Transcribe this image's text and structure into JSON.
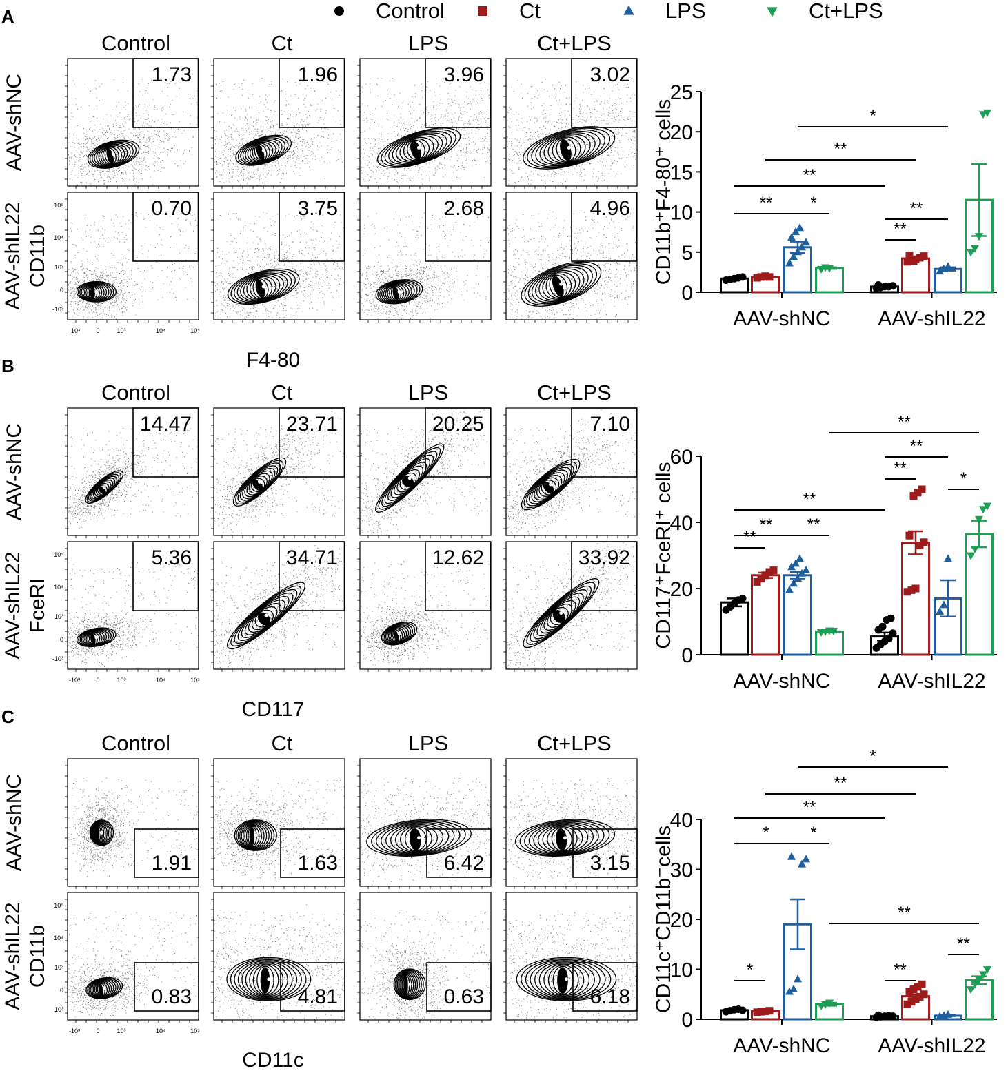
{
  "colors": {
    "control": "#000000",
    "ct": "#9e1b1b",
    "lps": "#1f5f9e",
    "ctlps": "#1e9e55"
  },
  "legend": [
    {
      "label": "Control",
      "marker": "circle",
      "color": "#000000"
    },
    {
      "label": "Ct",
      "marker": "square",
      "color": "#9e1b1b"
    },
    {
      "label": "LPS",
      "marker": "triangle-up",
      "color": "#1f5f9e"
    },
    {
      "label": "Ct+LPS",
      "marker": "triangle-down",
      "color": "#1e9e55"
    }
  ],
  "panels": [
    {
      "letter": "A",
      "column_titles": [
        "Control",
        "Ct",
        "LPS",
        "Ct+LPS"
      ],
      "row_labels": [
        "AAV-shNC",
        "AAV-shIL22"
      ],
      "yaxis_label": "CD11b",
      "xaxis_label": "F4-80",
      "gate_values": [
        [
          "1.73",
          "1.96",
          "3.96",
          "3.02"
        ],
        [
          "0.70",
          "3.75",
          "2.68",
          "4.96"
        ]
      ],
      "gate_position": "upper-right",
      "tick_labels": {
        "y": [
          "10⁵",
          "10⁴",
          "10³",
          "0",
          "-10³"
        ],
        "x": [
          "-10³",
          "0",
          "10³",
          "10⁴",
          "10⁵"
        ]
      }
    },
    {
      "letter": "B",
      "column_titles": [
        "Control",
        "Ct",
        "LPS",
        "Ct+LPS"
      ],
      "row_labels": [
        "AAV-shNC",
        "AAV-shIL22"
      ],
      "yaxis_label": "FceRI",
      "xaxis_label": "CD117",
      "gate_values": [
        [
          "14.47",
          "23.71",
          "20.25",
          "7.10"
        ],
        [
          "5.36",
          "34.71",
          "12.62",
          "33.92"
        ]
      ],
      "gate_position": "upper-right",
      "tick_labels": {
        "y": [
          "10⁵",
          "10⁴",
          "10³",
          "0",
          "-10³"
        ],
        "x": [
          "-10³",
          "0",
          "10³",
          "10⁴",
          "10⁵"
        ]
      }
    },
    {
      "letter": "C",
      "column_titles": [
        "Control",
        "Ct",
        "LPS",
        "Ct+LPS"
      ],
      "row_labels": [
        "AAV-shNC",
        "AAV-shIL22"
      ],
      "yaxis_label": "CD11b",
      "xaxis_label": "CD11c",
      "gate_values": [
        [
          "1.91",
          "1.63",
          "6.42",
          "3.15"
        ],
        [
          "0.83",
          "4.81",
          "0.63",
          "6.18"
        ]
      ],
      "gate_position": "lower-right",
      "tick_labels": {
        "y": [
          "10⁵",
          "10⁴",
          "10³",
          "0",
          "-10³"
        ],
        "x": [
          "-10³",
          "0",
          "10³",
          "10⁴",
          "10⁵"
        ]
      }
    }
  ],
  "chart_data": [
    {
      "type": "bar",
      "panel": "A",
      "categories": [
        "AAV-shNC",
        "AAV-shIL22"
      ],
      "ylabel": "CD11b⁺F4-80⁺ cells",
      "ylim": [
        0,
        25
      ],
      "yticks": [
        0,
        5,
        10,
        15,
        20,
        25
      ],
      "series": [
        {
          "name": "Control",
          "values": [
            1.7,
            0.7
          ],
          "sem": [
            0.1,
            0.1
          ],
          "points": [
            [
              1.5,
              1.6,
              1.7,
              1.8,
              1.9
            ],
            [
              0.5,
              0.6,
              0.7,
              0.7,
              0.8,
              0.9
            ]
          ]
        },
        {
          "name": "Ct",
          "values": [
            1.9,
            4.2
          ],
          "sem": [
            0.1,
            0.2
          ],
          "points": [
            [
              1.8,
              1.9,
              2.0,
              1.9
            ],
            [
              3.8,
              4.0,
              4.1,
              4.3,
              4.5,
              4.6,
              3.9
            ]
          ]
        },
        {
          "name": "LPS",
          "values": [
            5.6,
            2.9
          ],
          "sem": [
            0.7,
            0.2
          ],
          "points": [
            [
              3.6,
              4.4,
              5.0,
              5.6,
              6.2,
              6.8,
              7.5,
              8.0
            ],
            [
              2.6,
              2.9,
              3.2
            ]
          ]
        },
        {
          "name": "Ct+LPS",
          "values": [
            3.0,
            11.5
          ],
          "sem": [
            0.1,
            4.5
          ],
          "points": [
            [
              2.9,
              3.1,
              3.0
            ],
            [
              5.0,
              5.5,
              7.0,
              22.2,
              22.4
            ]
          ]
        }
      ],
      "significance": [
        {
          "from": [
            0,
            0
          ],
          "to": [
            0,
            2
          ],
          "label": "**"
        },
        {
          "from": [
            0,
            2
          ],
          "to": [
            0,
            3
          ],
          "label": "*"
        },
        {
          "from": [
            0,
            0
          ],
          "to": [
            1,
            0
          ],
          "label": "**"
        },
        {
          "from": [
            0,
            1
          ],
          "to": [
            1,
            1
          ],
          "label": "**"
        },
        {
          "from": [
            0,
            2
          ],
          "to": [
            1,
            2
          ],
          "label": "*"
        },
        {
          "from": [
            1,
            0
          ],
          "to": [
            1,
            1
          ],
          "label": "**"
        },
        {
          "from": [
            1,
            0
          ],
          "to": [
            1,
            2
          ],
          "label": "**"
        }
      ]
    },
    {
      "type": "bar",
      "panel": "B",
      "categories": [
        "AAV-shNC",
        "AAV-shIL22"
      ],
      "ylabel": "CD117⁺FceRI⁺ cells",
      "ylim": [
        0,
        60
      ],
      "yticks": [
        0,
        20,
        40,
        60
      ],
      "series": [
        {
          "name": "Control",
          "values": [
            15.8,
            5.5
          ],
          "sem": [
            1.2,
            1.2
          ],
          "points": [
            [
              13.5,
              14.5,
              15.5,
              16.5,
              17.0
            ],
            [
              2.0,
              3.0,
              4.0,
              5.0,
              6.5,
              7.5,
              8.5,
              10.5,
              11.0
            ]
          ]
        },
        {
          "name": "Ct",
          "values": [
            24.0,
            33.8
          ],
          "sem": [
            0.8,
            3.5
          ],
          "points": [
            [
              22.0,
              23.0,
              24.0,
              25.0,
              25.5
            ],
            [
              19.0,
              19.5,
              20.0,
              33.0,
              34.0,
              36.0,
              48.0,
              49.0,
              50.0
            ]
          ]
        },
        {
          "name": "LPS",
          "values": [
            24.0,
            17.0
          ],
          "sem": [
            1.0,
            5.5
          ],
          "points": [
            [
              19.5,
              21.5,
              23.0,
              24.5,
              25.5,
              26.5,
              27.5,
              29.0
            ],
            [
              13.0,
              15.0,
              29.0
            ]
          ]
        },
        {
          "name": "Ct+LPS",
          "values": [
            7.0,
            36.5
          ],
          "sem": [
            0.3,
            4.0
          ],
          "points": [
            [
              6.8,
              7.0,
              7.3,
              7.2
            ],
            [
              30.0,
              32.0,
              41.0,
              44.0,
              45.0
            ]
          ]
        }
      ],
      "significance": [
        {
          "from": [
            0,
            0
          ],
          "to": [
            0,
            1
          ],
          "label": "**"
        },
        {
          "from": [
            0,
            0
          ],
          "to": [
            0,
            2
          ],
          "label": "**"
        },
        {
          "from": [
            0,
            2
          ],
          "to": [
            0,
            3
          ],
          "label": "**"
        },
        {
          "from": [
            0,
            0
          ],
          "to": [
            1,
            0
          ],
          "label": "**"
        },
        {
          "from": [
            0,
            3
          ],
          "to": [
            1,
            3
          ],
          "label": "**"
        },
        {
          "from": [
            1,
            0
          ],
          "to": [
            1,
            1
          ],
          "label": "**"
        },
        {
          "from": [
            1,
            0
          ],
          "to": [
            1,
            2
          ],
          "label": "**"
        },
        {
          "from": [
            1,
            2
          ],
          "to": [
            1,
            3
          ],
          "label": "*"
        }
      ]
    },
    {
      "type": "bar",
      "panel": "C",
      "categories": [
        "AAV-shNC",
        "AAV-shIL22"
      ],
      "ylabel": "CD11c⁺CD11b⁻cells",
      "ylim": [
        0,
        40
      ],
      "yticks": [
        0,
        10,
        20,
        30,
        40
      ],
      "series": [
        {
          "name": "Control",
          "values": [
            1.8,
            0.6
          ],
          "sem": [
            0.1,
            0.1
          ],
          "points": [
            [
              1.5,
              1.7,
              1.9,
              2.0,
              1.8
            ],
            [
              0.4,
              0.5,
              0.6,
              0.7,
              0.6,
              0.8
            ]
          ]
        },
        {
          "name": "Ct",
          "values": [
            1.6,
            4.6
          ],
          "sem": [
            0.1,
            0.4
          ],
          "points": [
            [
              1.4,
              1.5,
              1.6,
              1.7
            ],
            [
              3.0,
              3.5,
              4.0,
              4.5,
              5.0,
              5.5,
              6.0,
              6.5,
              7.0
            ]
          ]
        },
        {
          "name": "LPS",
          "values": [
            19.0,
            0.7
          ],
          "sem": [
            5.0,
            0.1
          ],
          "points": [
            [
              5.5,
              6.0,
              8.0,
              31.0,
              32.0,
              32.5
            ],
            [
              0.5,
              0.7,
              0.9
            ]
          ]
        },
        {
          "name": "Ct+LPS",
          "values": [
            3.0,
            7.8
          ],
          "sem": [
            0.3,
            0.8
          ],
          "points": [
            [
              2.7,
              3.0,
              3.3
            ],
            [
              6.0,
              7.0,
              8.0,
              9.0,
              10.0
            ]
          ]
        }
      ],
      "significance": [
        {
          "from": [
            0,
            0
          ],
          "to": [
            0,
            1
          ],
          "label": "*"
        },
        {
          "from": [
            0,
            0
          ],
          "to": [
            0,
            2
          ],
          "label": "*"
        },
        {
          "from": [
            0,
            2
          ],
          "to": [
            0,
            3
          ],
          "label": "*"
        },
        {
          "from": [
            0,
            0
          ],
          "to": [
            1,
            0
          ],
          "label": "**"
        },
        {
          "from": [
            0,
            1
          ],
          "to": [
            1,
            1
          ],
          "label": "**"
        },
        {
          "from": [
            0,
            2
          ],
          "to": [
            1,
            2
          ],
          "label": "*"
        },
        {
          "from": [
            0,
            3
          ],
          "to": [
            1,
            3
          ],
          "label": "**"
        },
        {
          "from": [
            1,
            0
          ],
          "to": [
            1,
            1
          ],
          "label": "**"
        },
        {
          "from": [
            1,
            2
          ],
          "to": [
            1,
            3
          ],
          "label": "**"
        }
      ]
    }
  ]
}
